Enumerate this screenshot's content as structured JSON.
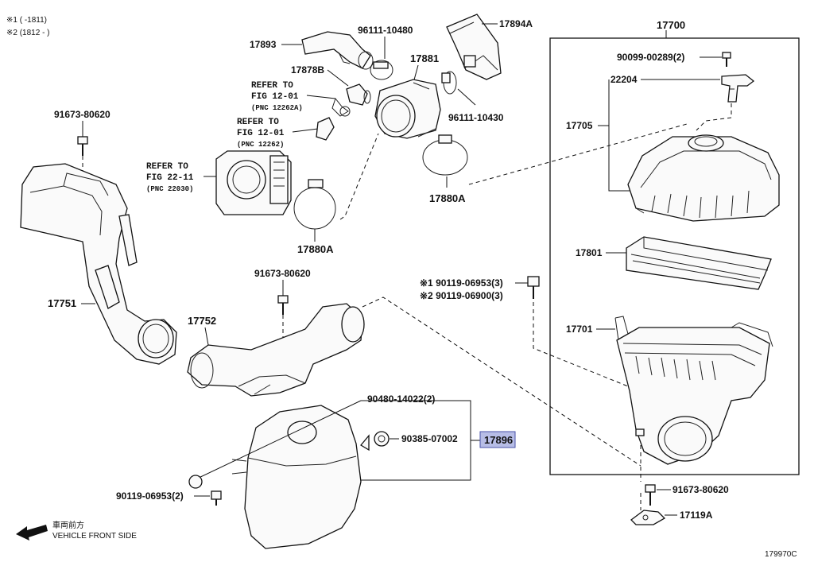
{
  "legend": {
    "line1": "※1 (       -1811)",
    "line2": "※2 (1812 -       )"
  },
  "labels": {
    "p17893": "17893",
    "p96111_10480": "96111-10480",
    "p17894A": "17894A",
    "p17700": "17700",
    "p17878B": "17878B",
    "p17881": "17881",
    "p90099": "90099-00289(2)",
    "p22204": "22204",
    "p96111_10430": "96111-10430",
    "p17705": "17705",
    "p91673_top": "91673-80620",
    "p17880A_right": "17880A",
    "p17880A_left": "17880A",
    "p17801": "17801",
    "p91673_mid": "91673-80620",
    "p90119_06953_3": "※1 90119-06953(3)",
    "p90119_06900_3": "※2 90119-06900(3)",
    "p17751": "17751",
    "p17752": "17752",
    "p17701": "17701",
    "p90480": "90480-14022(2)",
    "p90385": "90385-07002",
    "p17896": "17896",
    "p90119_06953_2": "90119-06953(2)",
    "p91673_bottom": "91673-80620",
    "p17119A": "17119A",
    "diagram_id": "179970C"
  },
  "refs": {
    "ref1": {
      "l1": "REFER TO",
      "l2": "FIG 12-01",
      "l3": "(PNC 12262A)"
    },
    "ref2": {
      "l1": "REFER TO",
      "l2": "FIG 12-01",
      "l3": "(PNC 12262)"
    },
    "ref3": {
      "l1": "REFER TO",
      "l2": "FIG 22-11",
      "l3": "(PNC 22030)"
    }
  },
  "direction": {
    "jp": "車両前方",
    "en": "VEHICLE FRONT SIDE"
  },
  "colors": {
    "highlight_fill": "#b7bde6",
    "highlight_stroke": "#4a52a8"
  }
}
